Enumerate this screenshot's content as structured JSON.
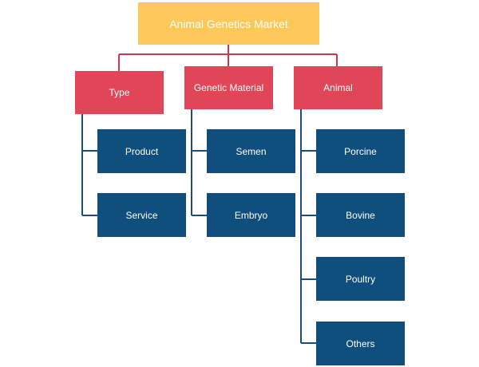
{
  "diagram": {
    "root": {
      "label": "Animal Genetics Market"
    },
    "categories": [
      {
        "label": "Type",
        "children": [
          "Product",
          "Service"
        ]
      },
      {
        "label": "Genetic Material",
        "children": [
          "Semen",
          "Embryo"
        ]
      },
      {
        "label": "Animal",
        "children": [
          "Porcine",
          "Bovine",
          "Poultry",
          "Others"
        ]
      }
    ]
  },
  "colors": {
    "root_fill": "#fcc859",
    "category_fill": "#e04657",
    "leaf_fill": "#104e7e",
    "root_connector": "#d0384b",
    "branch_connector": "#1c4d78",
    "text": "#ffffff"
  }
}
